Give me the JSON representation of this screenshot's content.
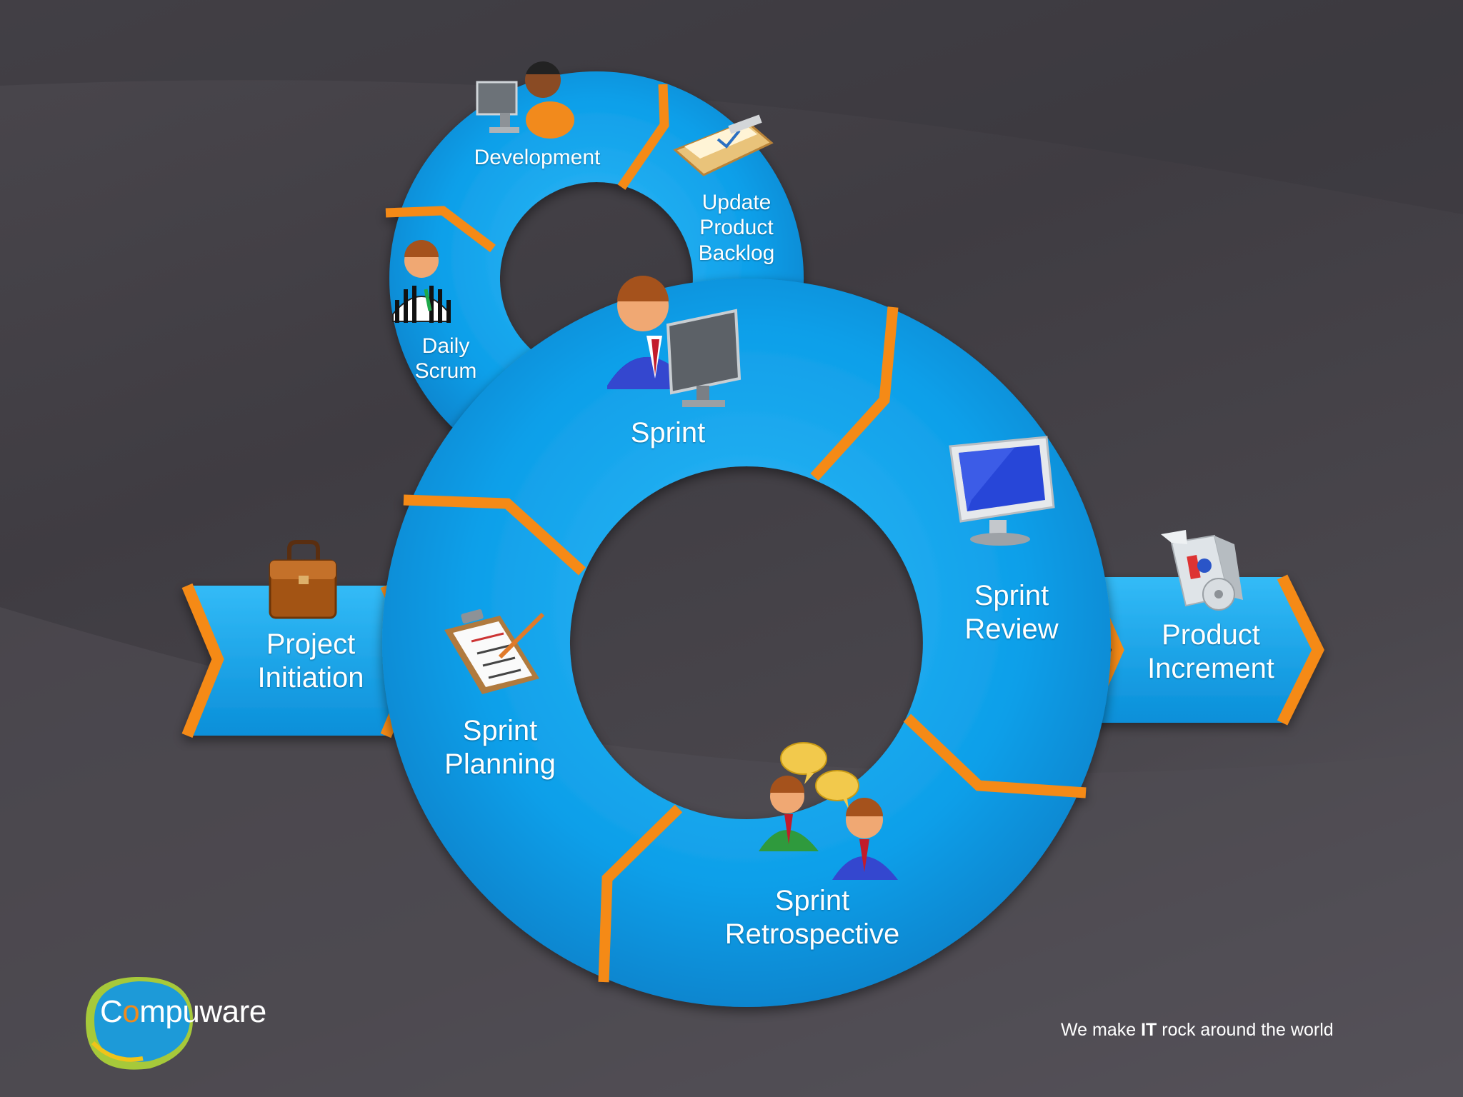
{
  "diagram": {
    "stages": {
      "project_initiation": [
        "Project",
        "Initiation"
      ],
      "sprint_planning": [
        "Sprint",
        "Planning"
      ],
      "sprint": [
        "Sprint"
      ],
      "sprint_review": [
        "Sprint",
        "Review"
      ],
      "sprint_retrospective": [
        "Sprint",
        "Retrospective"
      ],
      "product_increment": [
        "Product",
        "Increment"
      ],
      "development": [
        "Development"
      ],
      "update_product_backlog": [
        "Update",
        "Product",
        "Backlog"
      ],
      "daily_scrum": [
        "Daily",
        "Scrum"
      ]
    },
    "colors": {
      "ring": "#0d9ee8",
      "ring_light": "#29b4f5",
      "separator": "#f58a16",
      "background": "#454248"
    }
  },
  "branding": {
    "logo_prefix": "C",
    "logo_o": "o",
    "logo_suffix": "mpuware",
    "tagline_pre": "We make ",
    "tagline_bold": "IT",
    "tagline_post": " rock around the world"
  }
}
